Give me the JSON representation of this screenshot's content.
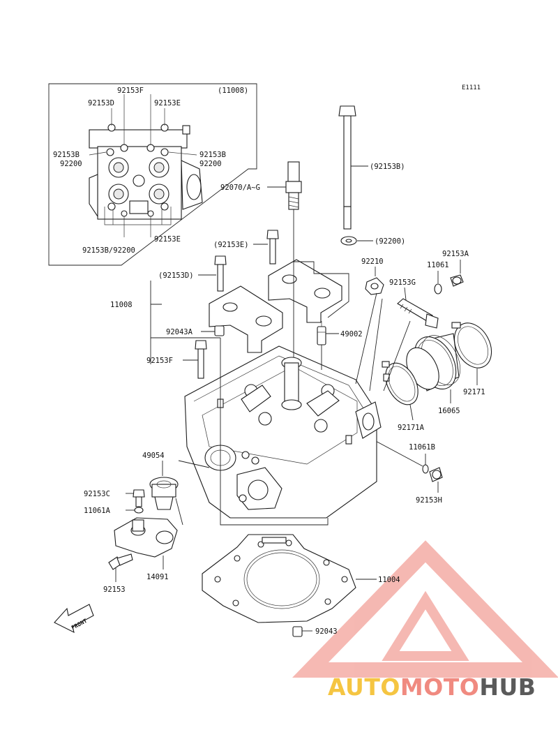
{
  "diagram": {
    "code": "E1111",
    "front_label": "FRONT",
    "inset": {
      "ref": "(11008)",
      "labels": {
        "top": "92153F",
        "left_top": "92153D",
        "right_top": "92153E",
        "left_mid_a": "92153B",
        "left_mid_b": "92200",
        "right_mid_a": "92153B",
        "right_mid_b": "92200",
        "bottom_left": "92153B/92200",
        "bottom_right": "92153E"
      }
    },
    "callouts": {
      "bolt_long": "(92153B)",
      "washer": "(92200)",
      "spark_plug": "92070/A~G",
      "bolt_e": "(92153E)",
      "bolt_d": "(92153D)",
      "cam_holder": "11008",
      "dowel_a": "92043A",
      "bolt_f": "92153F",
      "nut": "92210",
      "washer_11061": "11061",
      "bolt_a": "92153A",
      "bolt_g": "92153G",
      "valve_49002": "49002",
      "clamp_right": "92171",
      "intake_duct": "16065",
      "clamp_left": "92171A",
      "washer_b": "11061B",
      "bolt_h": "92153H",
      "thermostat": "49054",
      "bolt_c": "92153C",
      "washer_a": "11061A",
      "bolt_plain": "92153",
      "thermo_cover": "14091",
      "gasket": "11004",
      "dowel": "92043"
    }
  },
  "watermark": {
    "part1": "AUTO",
    "part2": "MOTO",
    "part3": "HUB",
    "color_auto": "#f5c542",
    "color_moto": "#f08a80",
    "color_hub": "#5a5a5a"
  }
}
